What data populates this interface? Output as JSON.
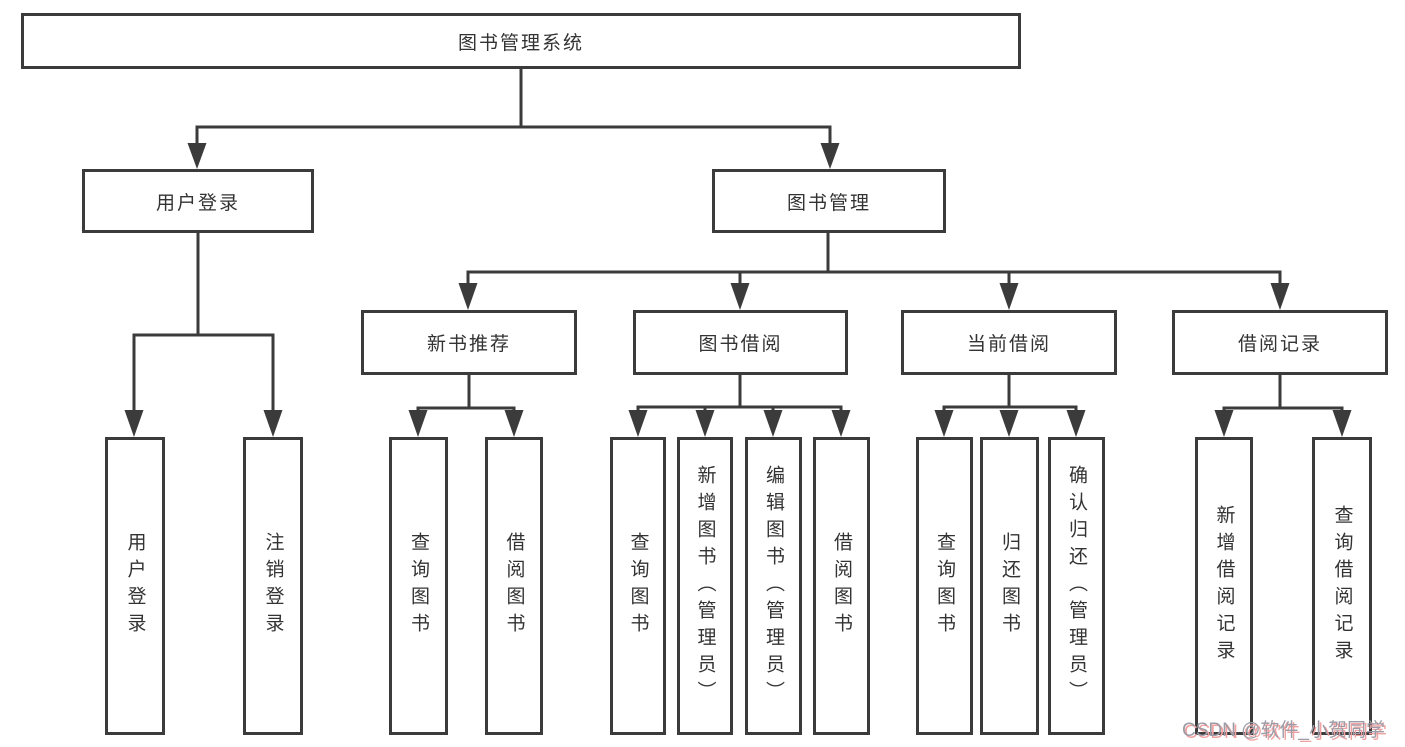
{
  "diagram": {
    "root": "图书管理系统",
    "level2": [
      "用户登录",
      "图书管理"
    ],
    "level3": [
      "新书推荐",
      "图书借阅",
      "当前借阅",
      "借阅记录"
    ],
    "leaves_login": [
      "用户登录",
      "注销登录"
    ],
    "leaves_newbook": [
      "查询图书",
      "借阅图书"
    ],
    "leaves_borrow": [
      "查询图书",
      "新增图书（管理员）",
      "编辑图书（管理员）",
      "借阅图书"
    ],
    "leaves_current": [
      "查询图书",
      "归还图书",
      "确认归还（管理员）"
    ],
    "leaves_records": [
      "新增借阅记录",
      "查询借阅记录"
    ]
  },
  "watermark": "CSDN @软件_小贺同学",
  "colors": {
    "line": "#3b3b3b",
    "text": "#333333",
    "watermark_gray": "#9c9ca6",
    "watermark_shadow": "#f2a0a0"
  }
}
